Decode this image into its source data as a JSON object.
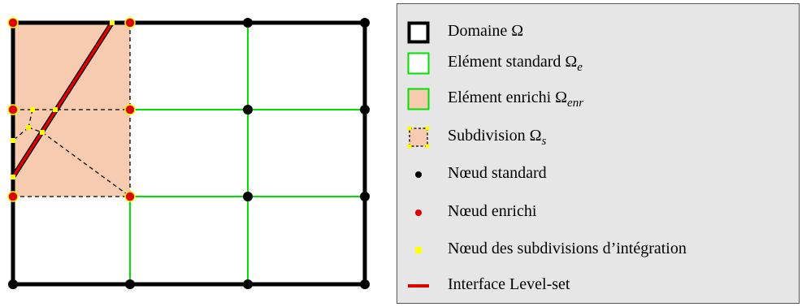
{
  "colors": {
    "domain_border": "#000000",
    "standard_element": "#00e000",
    "enriched_fill": "#f7cbb0",
    "interface": "#e00000",
    "standard_node": "#000000",
    "enriched_node": "#e00000",
    "subdivision_node": "#ffff00",
    "subdivision_edge": "#000000"
  },
  "legend": {
    "items": [
      {
        "label": "Domaine Ω",
        "sub": "",
        "icon": "domain-border-swatch"
      },
      {
        "label": "Elément standard Ω",
        "sub": "e",
        "icon": "standard-element-swatch"
      },
      {
        "label": "Elément enrichi Ω",
        "sub": "enr",
        "icon": "enriched-element-swatch"
      },
      {
        "label": "Subdivision Ω",
        "sub": "s",
        "icon": "subdivision-swatch"
      },
      {
        "label": "Nœud standard",
        "sub": "",
        "icon": "standard-node-dot"
      },
      {
        "label": "Nœud enrichi",
        "sub": "",
        "icon": "enriched-node-dot"
      },
      {
        "label": "Nœud des subdivisions d’intégration",
        "sub": "",
        "icon": "subdivision-node-square"
      },
      {
        "label": "Interface Level-set",
        "sub": "",
        "icon": "interface-line"
      }
    ]
  }
}
